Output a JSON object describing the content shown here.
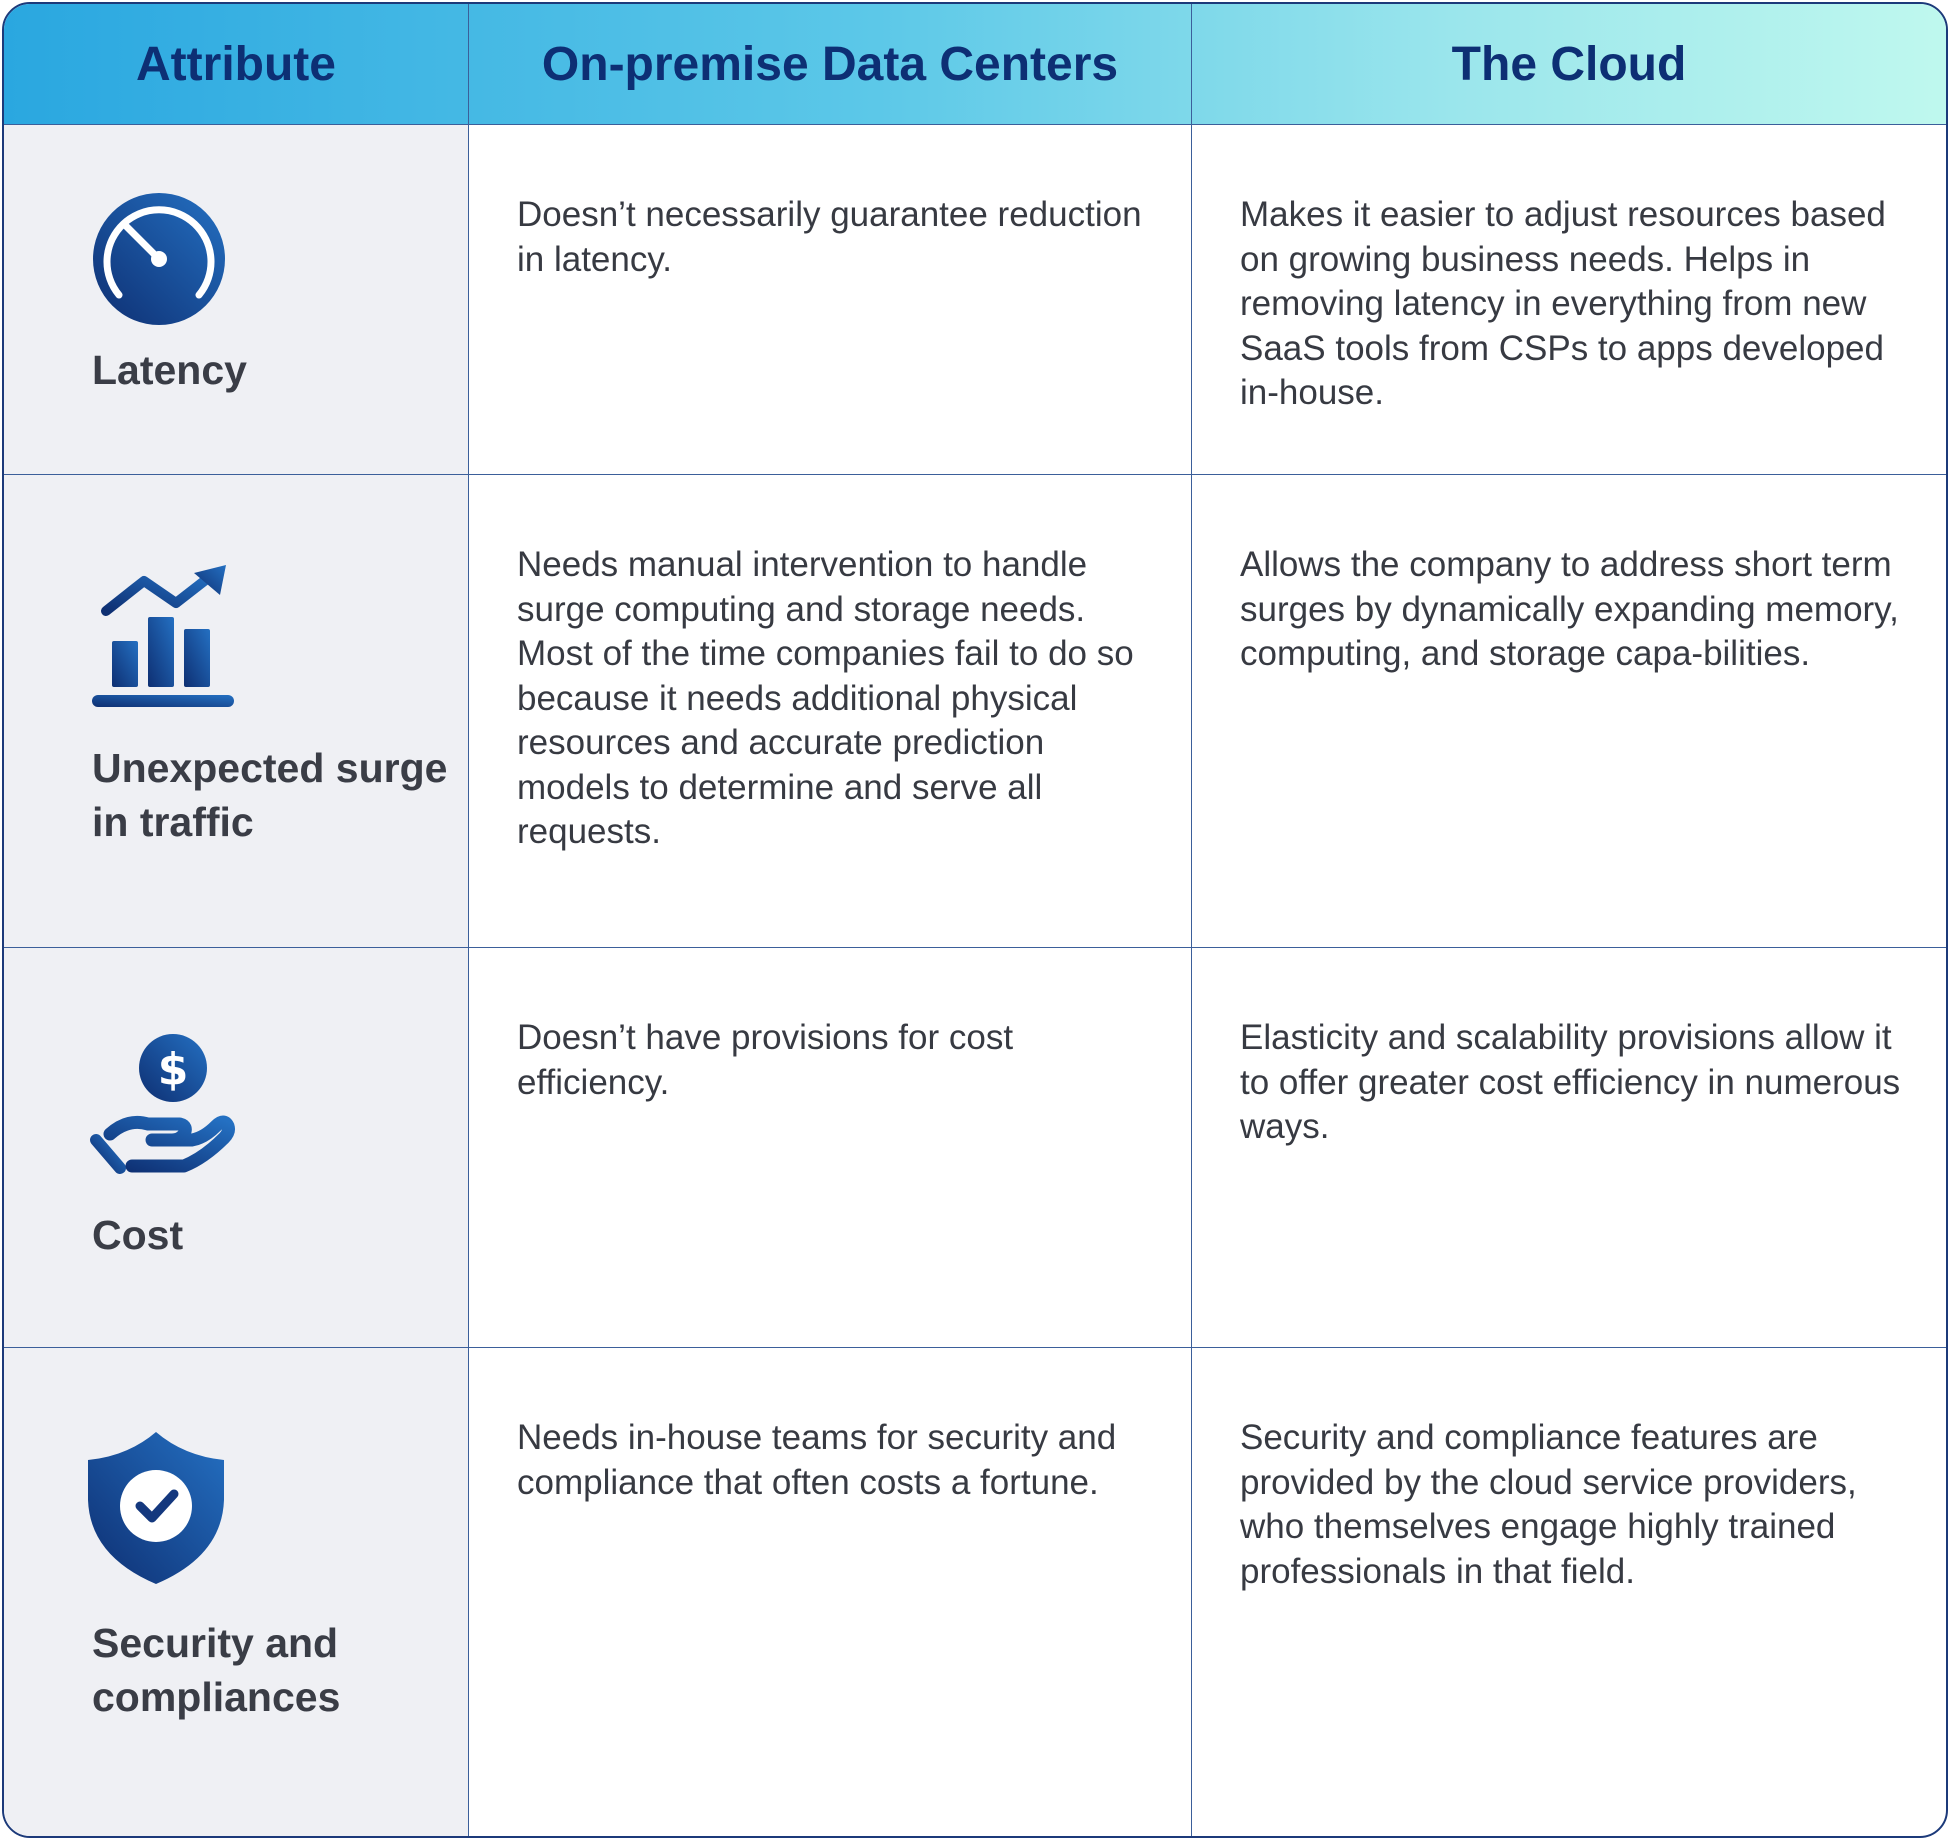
{
  "header": {
    "col1": "Attribute",
    "col2": "On-premise Data Centers",
    "col3": "The Cloud"
  },
  "rows": [
    {
      "icon": "speedometer-icon",
      "attribute": "Latency",
      "on_premise": "Doesn’t necessarily guarantee reduction in latency.",
      "cloud": "Makes it easier to adjust resources based on growing business needs. Helps in removing latency in everything from new SaaS tools from CSPs to apps developed in-house."
    },
    {
      "icon": "growth-chart-icon",
      "attribute": "Unexpected surge in traffic",
      "on_premise": "Needs manual intervention to handle surge computing and storage needs. Most of the time companies fail to do so because it needs additional physical resources and accurate prediction models to determine and serve all requests.",
      "cloud": "Allows the company to address short term surges by dynamically expanding memory, computing, and storage capa-bilities."
    },
    {
      "icon": "hand-dollar-icon",
      "attribute": "Cost",
      "on_premise": "Doesn’t have provisions for cost efficiency.",
      "cloud": "Elasticity and scalability provisions allow it to offer greater cost efficiency in numerous ways."
    },
    {
      "icon": "shield-check-icon",
      "attribute": "Security and compliances",
      "on_premise": "Needs in-house teams for security and compliance that often costs a fortune.",
      "cloud": "Security and compliance features are provided by the cloud service providers, who themselves engage highly trained professionals in that field."
    }
  ],
  "colors": {
    "header_text": "#0d2f74",
    "icon_dark": "#0e2f72",
    "icon_light": "#1f66b8",
    "attribute_bg": "#eff0f4",
    "border": "#3b5f9a"
  }
}
